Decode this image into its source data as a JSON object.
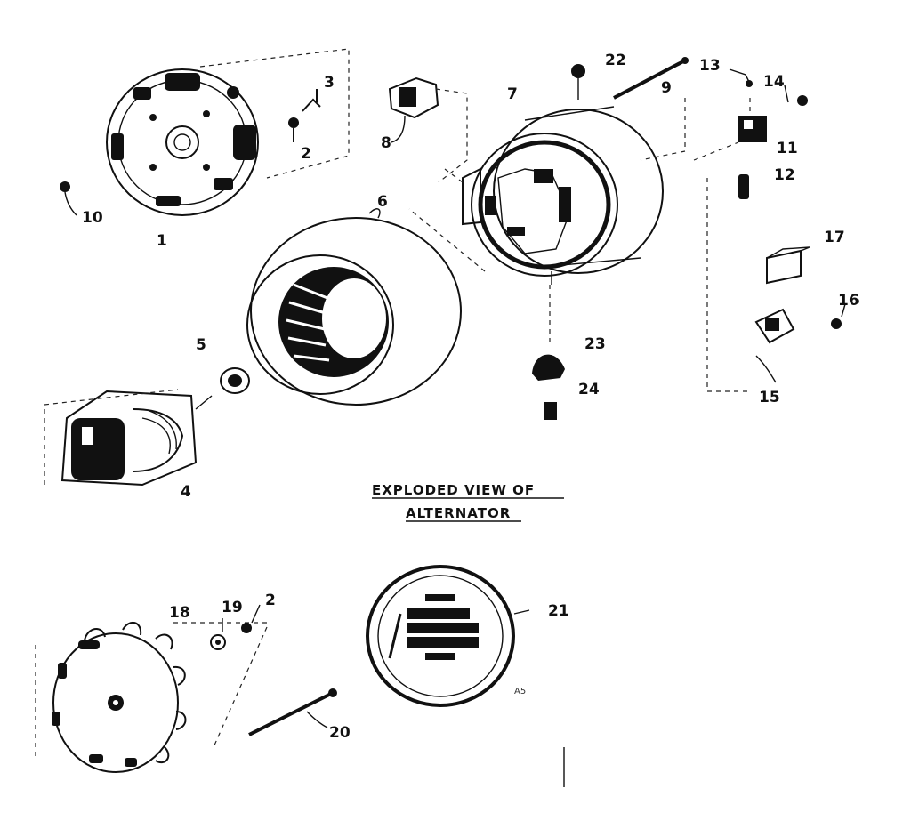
{
  "title": {
    "line1": "EXPLODED VIEW OF",
    "line2": "ALTERNATOR"
  },
  "corner_mark": "A5",
  "labels": {
    "p1": "1",
    "p2a": "2",
    "p3": "3",
    "p4": "4",
    "p5": "5",
    "p6": "6",
    "p7": "7",
    "p8": "8",
    "p9": "9",
    "p10": "10",
    "p11": "11",
    "p12": "12",
    "p13": "13",
    "p14": "14",
    "p15": "15",
    "p16": "16",
    "p17": "17",
    "p18": "18",
    "p19": "19",
    "p2b": "2",
    "p20": "20",
    "p21": "21",
    "p22": "22",
    "p23": "23",
    "p24": "24"
  }
}
